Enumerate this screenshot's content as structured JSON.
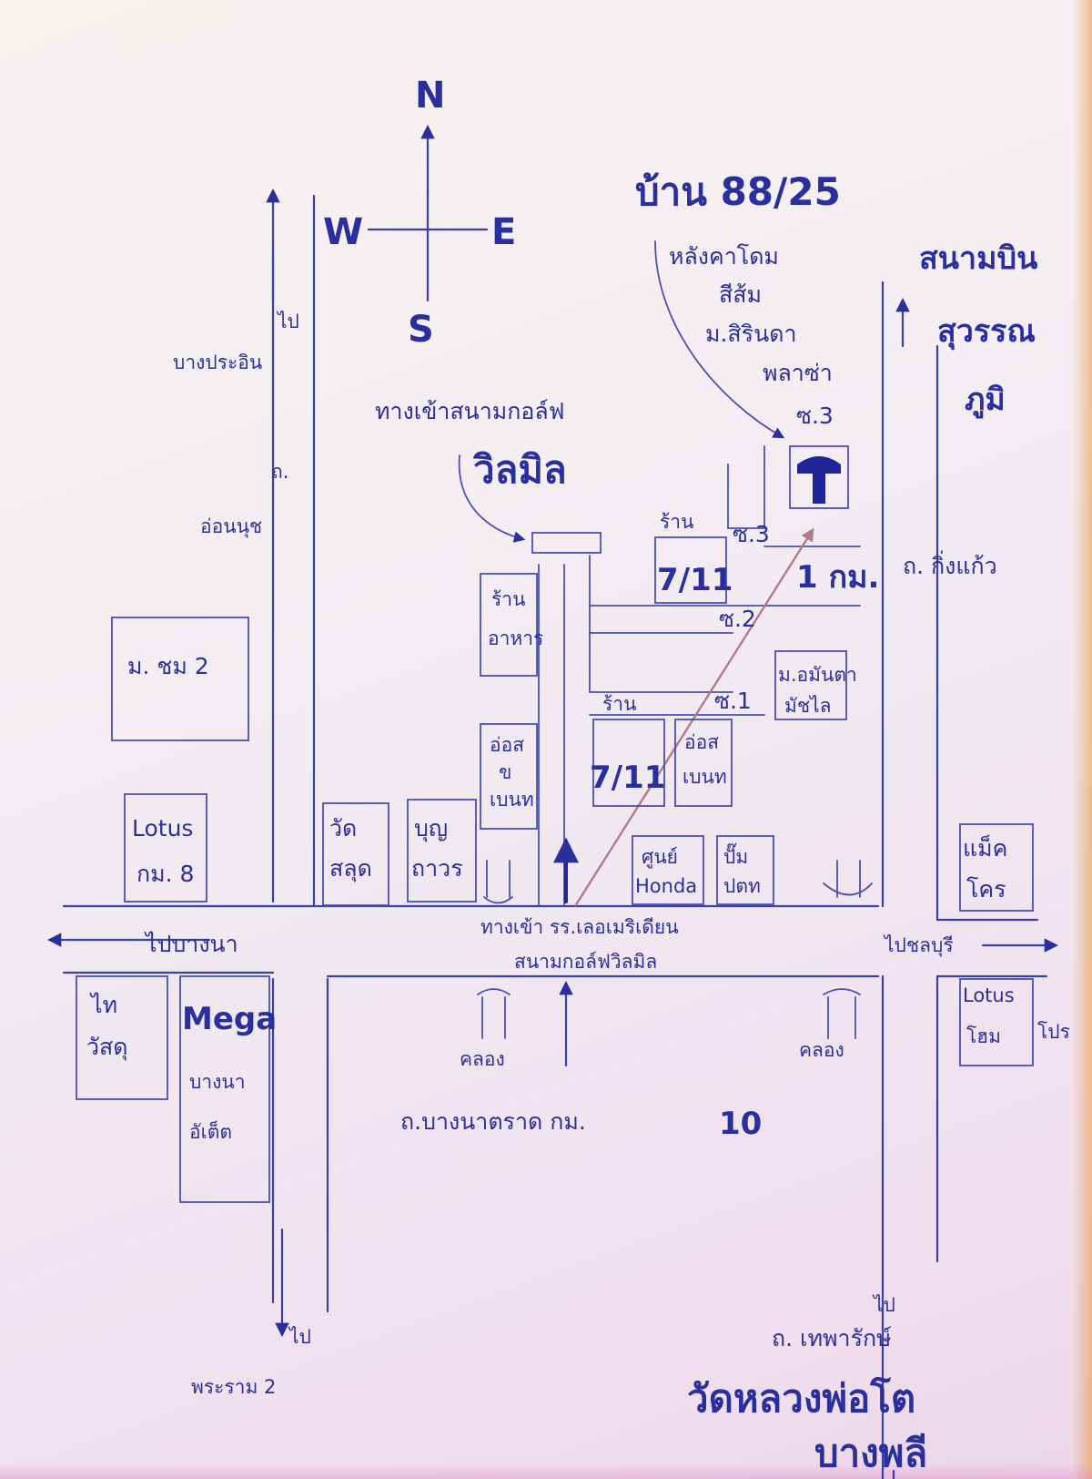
{
  "compass": {
    "north": "N",
    "south": "S",
    "east": "E",
    "west": "W"
  },
  "house": {
    "title": "บ้าน 88/25",
    "desc_line1": "หลังคาโดม",
    "desc_line2": "สีส้ม",
    "desc_line3": "ม.สิรินดา",
    "desc_line4": "พลาซ่า",
    "soi": "ซ.3"
  },
  "airport": {
    "line1": "สนามบิน",
    "line2": "สุวรรณ",
    "line3": "ภูมิ"
  },
  "golf_entrance": {
    "label": "ทางเข้าสนามกอล์ฟ",
    "name": "วิลมิล"
  },
  "roads": {
    "left_north": {
      "line1": "ไป",
      "line2": "บางประอิน"
    },
    "onnut": {
      "line1": "ถ.",
      "line2": "อ่อนนุช"
    },
    "kingkaew": "ถ. กิ่งแก้ว",
    "to_bangna": "ไปบางนา",
    "to_chonburi": "ไปชลบุรี",
    "bangna_trad": "ถ.บางนาตราด กม.",
    "bangna_km": "10",
    "left_south": {
      "line1": "ไป",
      "line2": "พระราม 2"
    },
    "theparak": "ถ. เทพารักษ์",
    "theparak_pre": "ไป",
    "entrance_line1": "ทางเข้า รร.เลอเมริเดียน",
    "entrance_line2": "สนามกอล์ฟวิลมิล"
  },
  "soi_labels": {
    "soi1": "ซ.1",
    "soi2": "ซ.2",
    "soi3": "ซ.3"
  },
  "distance": "1 กม.",
  "shops": {
    "seven_top_pre": "ร้าน",
    "seven_top": "7/11",
    "seven_mid_pre": "ร้าน",
    "seven_mid": "7/11",
    "restaurant": {
      "line1": "ร้าน",
      "line2": "อาหาร"
    },
    "village_right": {
      "line1": "ม.อมันตา",
      "line2": "มัชไล"
    },
    "supply_left": {
      "line1": "อ่อส",
      "line2": "ข",
      "line3": "เบนท"
    },
    "supply_mid": {
      "line1": "อ่อส",
      "line2": "เบนท"
    },
    "temple_small": {
      "line1": "วัด",
      "line2": "สลุด"
    },
    "bunthavorn": {
      "line1": "บุญ",
      "line2": "ถาวร"
    },
    "honda": {
      "line1": "ศูนย์",
      "line2": "Honda"
    },
    "gas": {
      "line1": "ปั๊ม",
      "line2": "ปตท"
    },
    "village_left": "ม. ชม 2",
    "lotus_km8": {
      "line1": "Lotus",
      "line2": "กม. 8"
    },
    "thai_watsadu": {
      "line1": "ไท",
      "line2": "วัสดุ"
    },
    "mega": {
      "line1": "Mega",
      "line2": "บางนา",
      "line3": "อัเต็ต"
    },
    "makro": {
      "line1": "แม็ค",
      "line2": "โคร"
    },
    "lotus_home": {
      "line1": "Lotus",
      "line2": "โฮม",
      "line3": "โปร"
    }
  },
  "canal_label": "คลอง",
  "temple_big": {
    "line1": "วัดหลวงพ่อโต",
    "line2": "บางพลี"
  }
}
